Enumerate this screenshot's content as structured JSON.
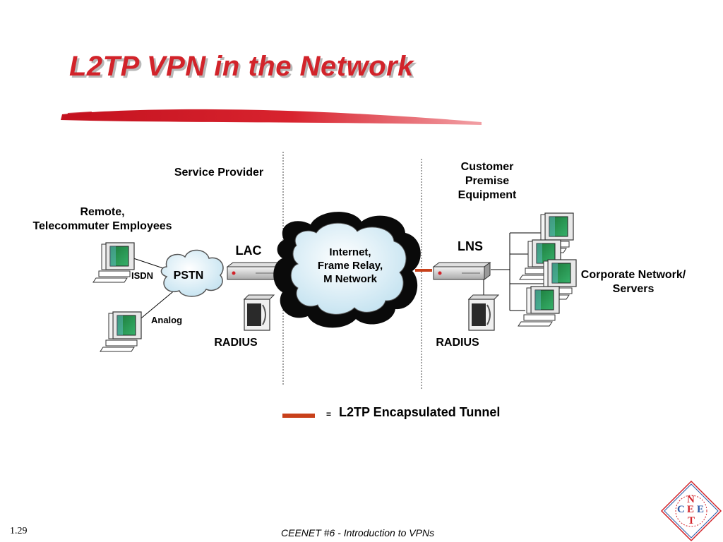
{
  "slide": {
    "title": "L2TP VPN in the Network",
    "slide_number": "1.29",
    "footer": "CEENET #6 - Introduction to VPNs"
  },
  "diagram": {
    "labels": {
      "service_provider": "Service Provider",
      "customer_line1": "Customer",
      "customer_line2": "Premise",
      "customer_line3": "Equipment",
      "remote_line1": "Remote,",
      "remote_line2": "Telecommuter Employees",
      "lac": "LAC",
      "lns": "LNS",
      "isdn": "ISDN",
      "pstn": "PSTN",
      "analog": "Analog",
      "cloud_line1": "Internet,",
      "cloud_line2": "Frame Relay,",
      "cloud_line3": "M Network",
      "radius_left": "RADIUS",
      "radius_right": "RADIUS",
      "corporate_line1": "Corporate Network/",
      "corporate_line2": "Servers"
    },
    "legend": {
      "equals": "=",
      "text": "L2TP Encapsulated Tunnel",
      "color": "#c8401a"
    }
  },
  "logo": {
    "letters": [
      "N",
      "C",
      "E",
      "E",
      "T"
    ]
  }
}
